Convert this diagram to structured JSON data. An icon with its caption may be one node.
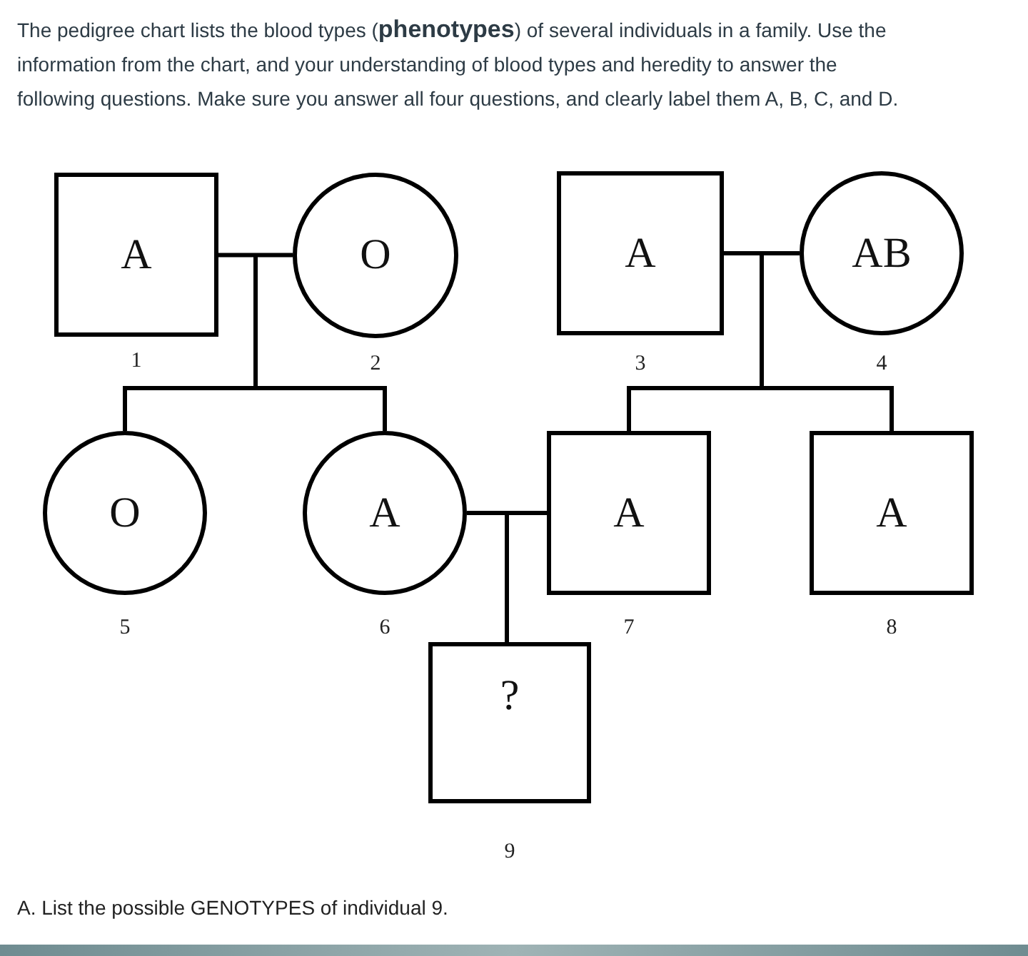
{
  "diagram": {
    "nodes": [
      {
        "text": [
          "A"
        ],
        "beside": [
          "1"
        ]
      },
      {
        "text": [
          "O"
        ],
        "beside": [
          "2"
        ]
      },
      {
        "text": [
          "A"
        ],
        "beside": [
          "3"
        ]
      },
      {
        "text": [
          "AB"
        ],
        "beside": [
          "4"
        ]
      },
      {
        "text": [
          "O"
        ],
        "beside": [
          "5"
        ]
      },
      {
        "text": [
          "A"
        ],
        "beside": [
          "6"
        ]
      },
      {
        "text": [
          "A"
        ],
        "beside": [
          "7"
        ]
      },
      {
        "text": [
          "A"
        ],
        "beside": [
          "8"
        ]
      },
      {
        "text": [
          "?"
        ],
        "beside": [
          "9"
        ]
      }
    ],
    "edges": [
      {
        "from": 0,
        "to": 1,
        "arrow": "none"
      },
      {
        "from": 0,
        "to": 4,
        "arrow": "none"
      },
      {
        "from": 1,
        "to": 4,
        "arrow": "none"
      },
      {
        "from": 0,
        "to": 5,
        "arrow": "none"
      },
      {
        "from": 1,
        "to": 5,
        "arrow": "none"
      },
      {
        "from": 2,
        "to": 3,
        "arrow": "none"
      },
      {
        "from": 2,
        "to": 6,
        "arrow": "none"
      },
      {
        "from": 3,
        "to": 6,
        "arrow": "none"
      },
      {
        "from": 2,
        "to": 7,
        "arrow": "none"
      },
      {
        "from": 3,
        "to": 7,
        "arrow": "none"
      },
      {
        "from": 5,
        "to": 6,
        "arrow": "none"
      },
      {
        "from": 5,
        "to": 8,
        "arrow": "none"
      },
      {
        "from": 6,
        "to": 8,
        "arrow": "none"
      }
    ],
    "labels": [
      "The pedigree chart lists the blood types (**phenotypes**) of several individuals in a family. Use the information from the chart, and your understanding of blood types and heredity to answer the following questions. Make sure you answer all four questions, and clearly label them A, B, C, and D.",
      "A. List the possible GENOTYPES of individual 9."
    ]
  }
}
